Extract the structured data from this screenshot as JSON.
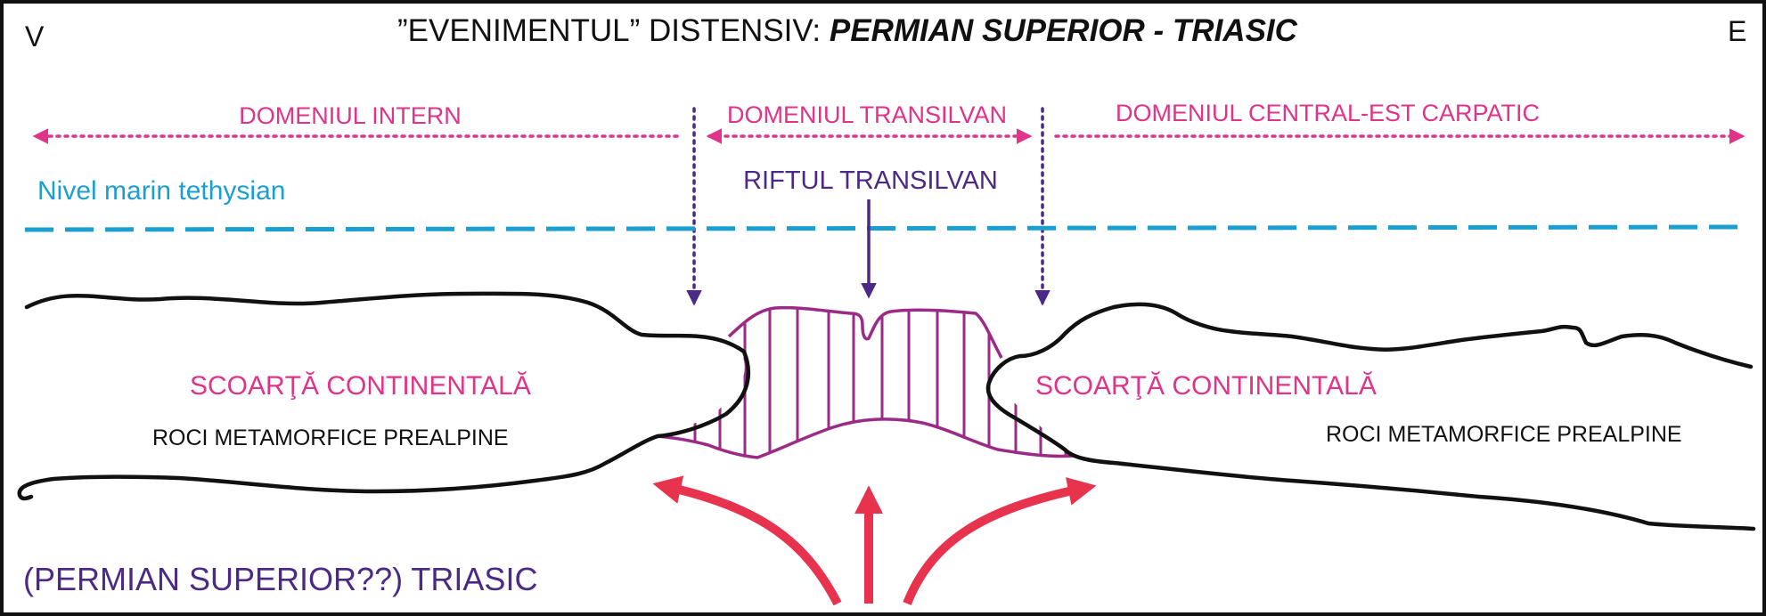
{
  "compass": {
    "west": "V",
    "east": "E"
  },
  "title": {
    "prefix": "”EVENIMENTUL” DISTENSIV: ",
    "emphasis": "PERMIAN SUPERIOR - TRIASIC"
  },
  "domains": {
    "intern": "DOMENIUL INTERN",
    "transilvan": "DOMENIUL TRANSILVAN",
    "central_east": "DOMENIUL CENTRAL-EST CARPATIC"
  },
  "sea_level_label": "Nivel marin tethysian",
  "rift_label": "RIFTUL TRANSILVAN",
  "crust_left": {
    "name": "SCOARŢĂ CONTINENTALĂ",
    "rock": "ROCI METAMORFICE PREALPINE"
  },
  "crust_right": {
    "name": "SCOARŢĂ CONTINENTALĂ",
    "rock": "ROCI METAMORFICE PREALPINE"
  },
  "age_label": "(PERMIAN SUPERIOR??) TRIASIC",
  "colors": {
    "domain_pink": "#e0338a",
    "sea_blue": "#1a9fd0",
    "rift_purple": "#4b2a86",
    "rift_fill_magenta": "#9b2b86",
    "upwelling_red": "#e8334f",
    "crust_outline": "#111111"
  }
}
